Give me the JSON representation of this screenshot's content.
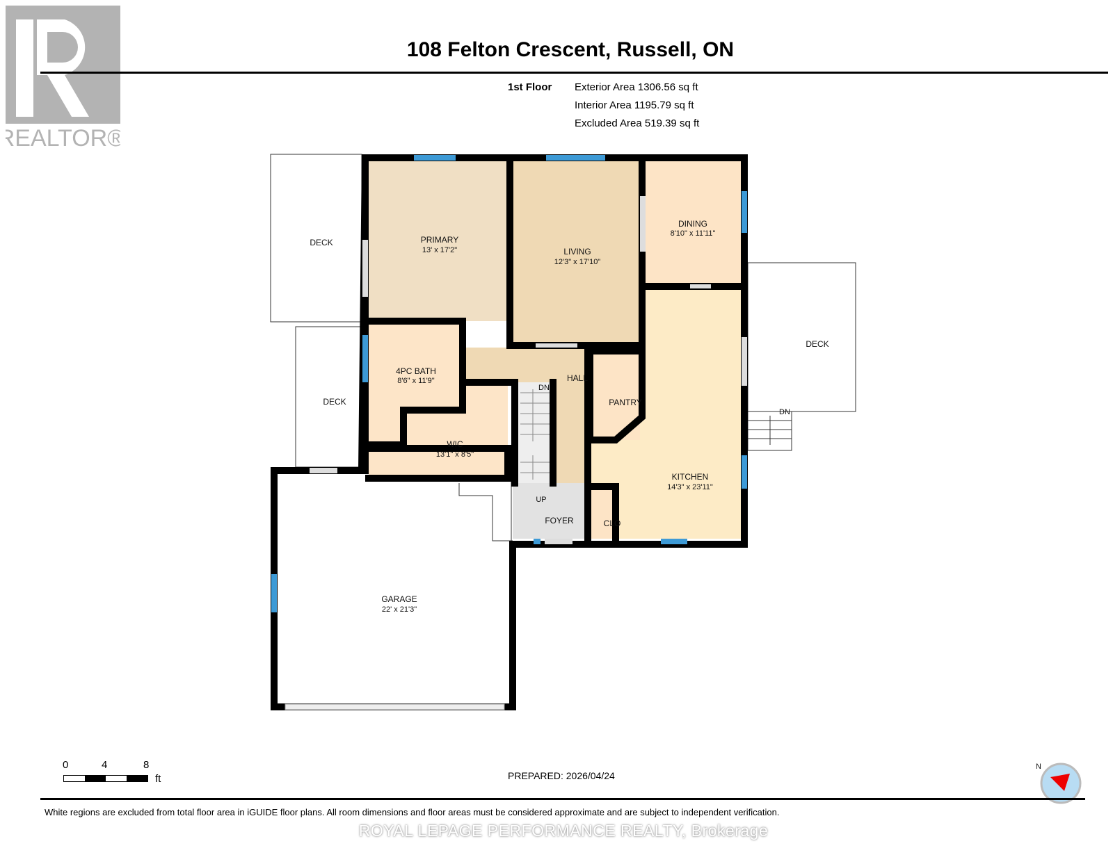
{
  "logo": {
    "text": "REALTOR®"
  },
  "header": {
    "title": "108 Felton Crescent, Russell, ON"
  },
  "floor": {
    "label": "1st Floor",
    "exterior_area": "Exterior Area 1306.56 sq ft",
    "interior_area": "Interior Area 1195.79 sq ft",
    "excluded_area": "Excluded Area 519.39 sq ft"
  },
  "rooms": {
    "primary": {
      "name": "PRIMARY",
      "dims": "13' x 17'2\""
    },
    "living": {
      "name": "LIVING",
      "dims": "12'3\" x 17'10\""
    },
    "dining": {
      "name": "DINING",
      "dims": "8'10\" x 11'11\""
    },
    "bath": {
      "name": "4PC BATH",
      "dims": "8'6\" x 11'9\""
    },
    "wic": {
      "name": "WIC",
      "dims": "13'1\" x 8'5\""
    },
    "kitchen": {
      "name": "KITCHEN",
      "dims": "14'3\" x 23'11\""
    },
    "garage": {
      "name": "GARAGE",
      "dims": "22' x 21'3\""
    },
    "hall": {
      "name": "HALL"
    },
    "pantry": {
      "name": "PANTRY"
    },
    "foyer": {
      "name": "FOYER"
    },
    "clo": {
      "name": "CLO"
    },
    "deck1": {
      "name": "DECK"
    },
    "deck2": {
      "name": "DECK"
    },
    "deck3": {
      "name": "DECK"
    }
  },
  "stairs": {
    "down": "DN",
    "up": "UP",
    "deck_down": "DN"
  },
  "scale": {
    "ticks": [
      "0",
      "4",
      "8"
    ],
    "unit": "ft"
  },
  "compass": {
    "label": "N"
  },
  "footer": {
    "prepared": "PREPARED: 2026/04/24",
    "disclaimer": "White regions are excluded from total floor area in iGUIDE floor plans. All room dimensions and floor areas must be considered approximate and are subject to independent verification.",
    "brokerage": "ROYAL LEPAGE PERFORMANCE REALTY, Brokerage"
  },
  "colors": {
    "wall": "#000000",
    "window": "#3d9ad6",
    "primary": "#f0dfc4",
    "living": "#efd9b4",
    "dining": "#fde4c6",
    "kitchen": "#fdebc6",
    "foyer": "#e2e2e2"
  }
}
